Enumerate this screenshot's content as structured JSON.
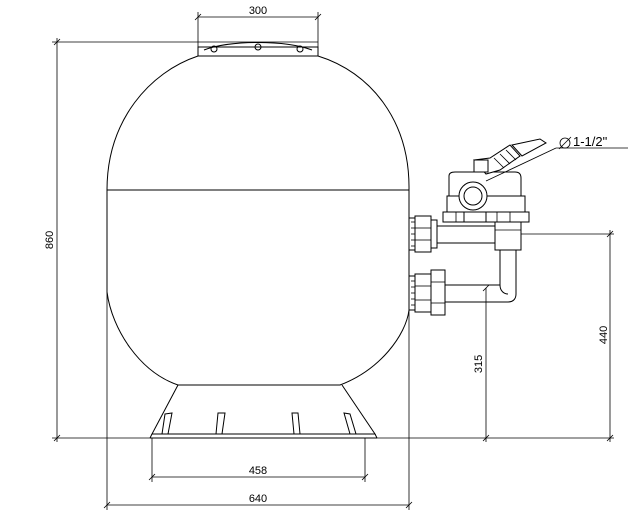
{
  "dimensions": {
    "lid_width": "300",
    "total_height": "860",
    "upper_port_height": "440",
    "lower_port_height": "315",
    "base_width": "458",
    "tank_width": "640"
  },
  "valve": {
    "connection_size": "1-1/2\""
  },
  "colors": {
    "line": "#000000",
    "background": "#ffffff"
  }
}
